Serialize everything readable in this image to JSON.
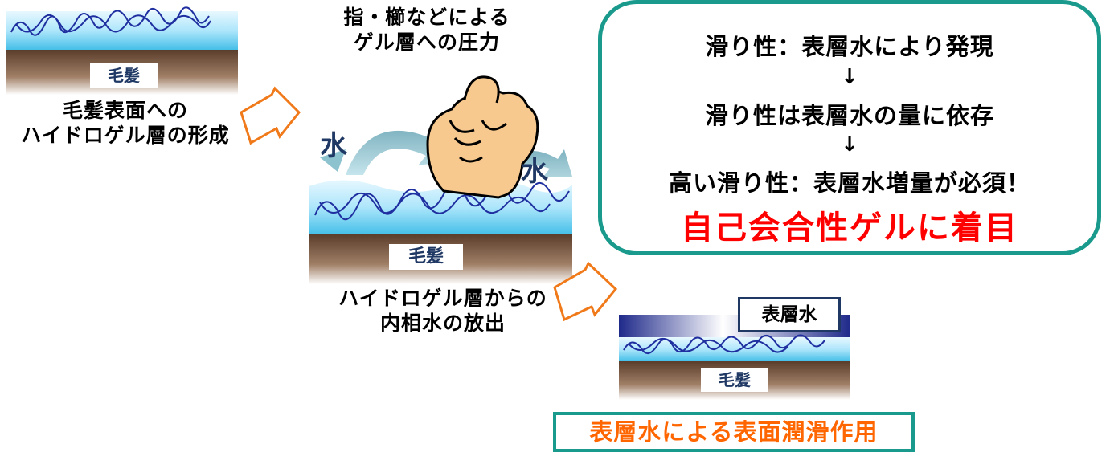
{
  "diagram": {
    "step1": {
      "hair_label": "毛髪",
      "caption_line1": "毛髪表面への",
      "caption_line2": "ハイドロゲル層の形成"
    },
    "step2": {
      "pressure_line1": "指・櫛などによる",
      "pressure_line2": "ゲル層への圧力",
      "water_left": "水",
      "water_right": "水",
      "hair_label": "毛髪",
      "caption_line1": "ハイドロゲル層からの",
      "caption_line2": "内相水の放出"
    },
    "step3": {
      "surface_water_label": "表層水",
      "hair_label": "毛髪",
      "result": "表層水による表面潤滑作用"
    },
    "info_box": {
      "line1": "滑り性：表層水により発現",
      "arrow1": "↓",
      "line2": "滑り性は表層水の量に依存",
      "arrow2": "↓",
      "line3": "高い滑り性：表層水増量が必須！",
      "highlight": "自己会合性ゲルに着目"
    },
    "colors": {
      "gel": "#66ccf0",
      "hair": "#6b4a36",
      "teal_border": "#1a9a8c",
      "red": "#ff0000",
      "orange": "#ff6600",
      "navy": "#1f3864",
      "arrow_outline": "#f07a1a"
    }
  }
}
